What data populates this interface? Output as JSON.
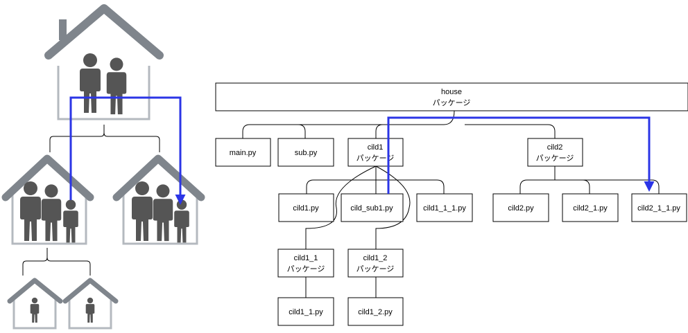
{
  "colors": {
    "house_gray": "#7f858c",
    "person_gray": "#555555",
    "arrow_blue": "#2b35e6",
    "line_black": "#000000",
    "box_border": "#000000",
    "background": "#ffffff"
  },
  "illustration": {
    "icons": [
      "house-icon",
      "person-icon"
    ]
  },
  "diagram": {
    "house": {
      "line1": "house",
      "line2": "パッケージ"
    },
    "main_py": "main.py",
    "sub_py": "sub.py",
    "cild1": {
      "line1": "cild1",
      "line2": "パッケージ"
    },
    "cild2": {
      "line1": "cild2",
      "line2": "パッケージ"
    },
    "cild1_py": "cild1.py",
    "cild_sub1_py": "cild_sub1.py",
    "cild1_1_1_py": "cild1_1_1.py",
    "cild2_py": "cild2.py",
    "cild2_1_py": "cild2_1.py",
    "cild2_1_1_py": "cild2_1_1.py",
    "cild1_1": {
      "line1": "cild1_1",
      "line2": "パッケージ"
    },
    "cild1_2": {
      "line1": "cild1_2",
      "line2": "パッケージ"
    },
    "cild1_1_py": "cild1_1.py",
    "cild1_2_py": "cild1_2.py"
  }
}
